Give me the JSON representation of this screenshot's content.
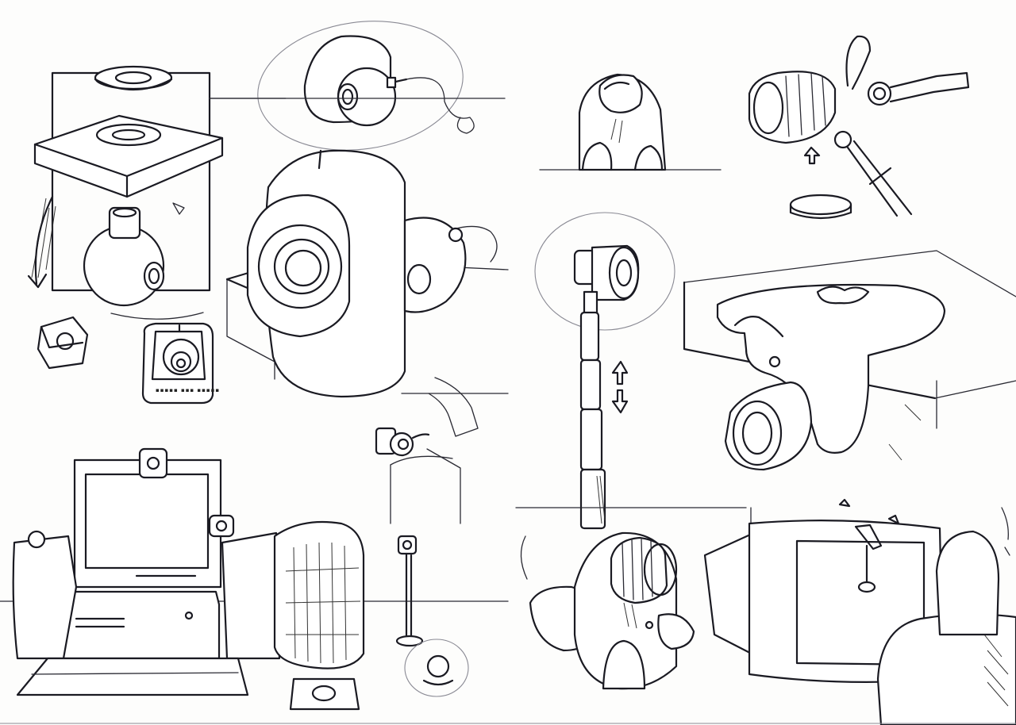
{
  "sheet": {
    "kind": "concept sketch",
    "ink_color": "#1a1a22",
    "paper_color": "#fdfdfc"
  },
  "sketches": [
    {
      "id": "clip-mount-exploded",
      "icon": "clip-mount-icon"
    },
    {
      "id": "ball-webcam-front",
      "icon": "webcam-icon"
    },
    {
      "id": "webcam-on-monitor-edge",
      "icon": "webcam-icon"
    },
    {
      "id": "small-webcam-side",
      "icon": "webcam-icon"
    },
    {
      "id": "telescoping-pole-cam",
      "icon": "pole-camera-icon"
    },
    {
      "id": "desk-clamp-cam",
      "icon": "clamp-camera-icon"
    },
    {
      "id": "computer-desk-scene",
      "icon": "computer-icon"
    },
    {
      "id": "stand-cam",
      "icon": "stand-camera-icon"
    },
    {
      "id": "robot-cam",
      "icon": "robot-camera-icon"
    },
    {
      "id": "crt-with-hanging-cam",
      "icon": "crt-monitor-icon"
    },
    {
      "id": "knob-and-pin-detail",
      "icon": "knob-icon"
    }
  ]
}
